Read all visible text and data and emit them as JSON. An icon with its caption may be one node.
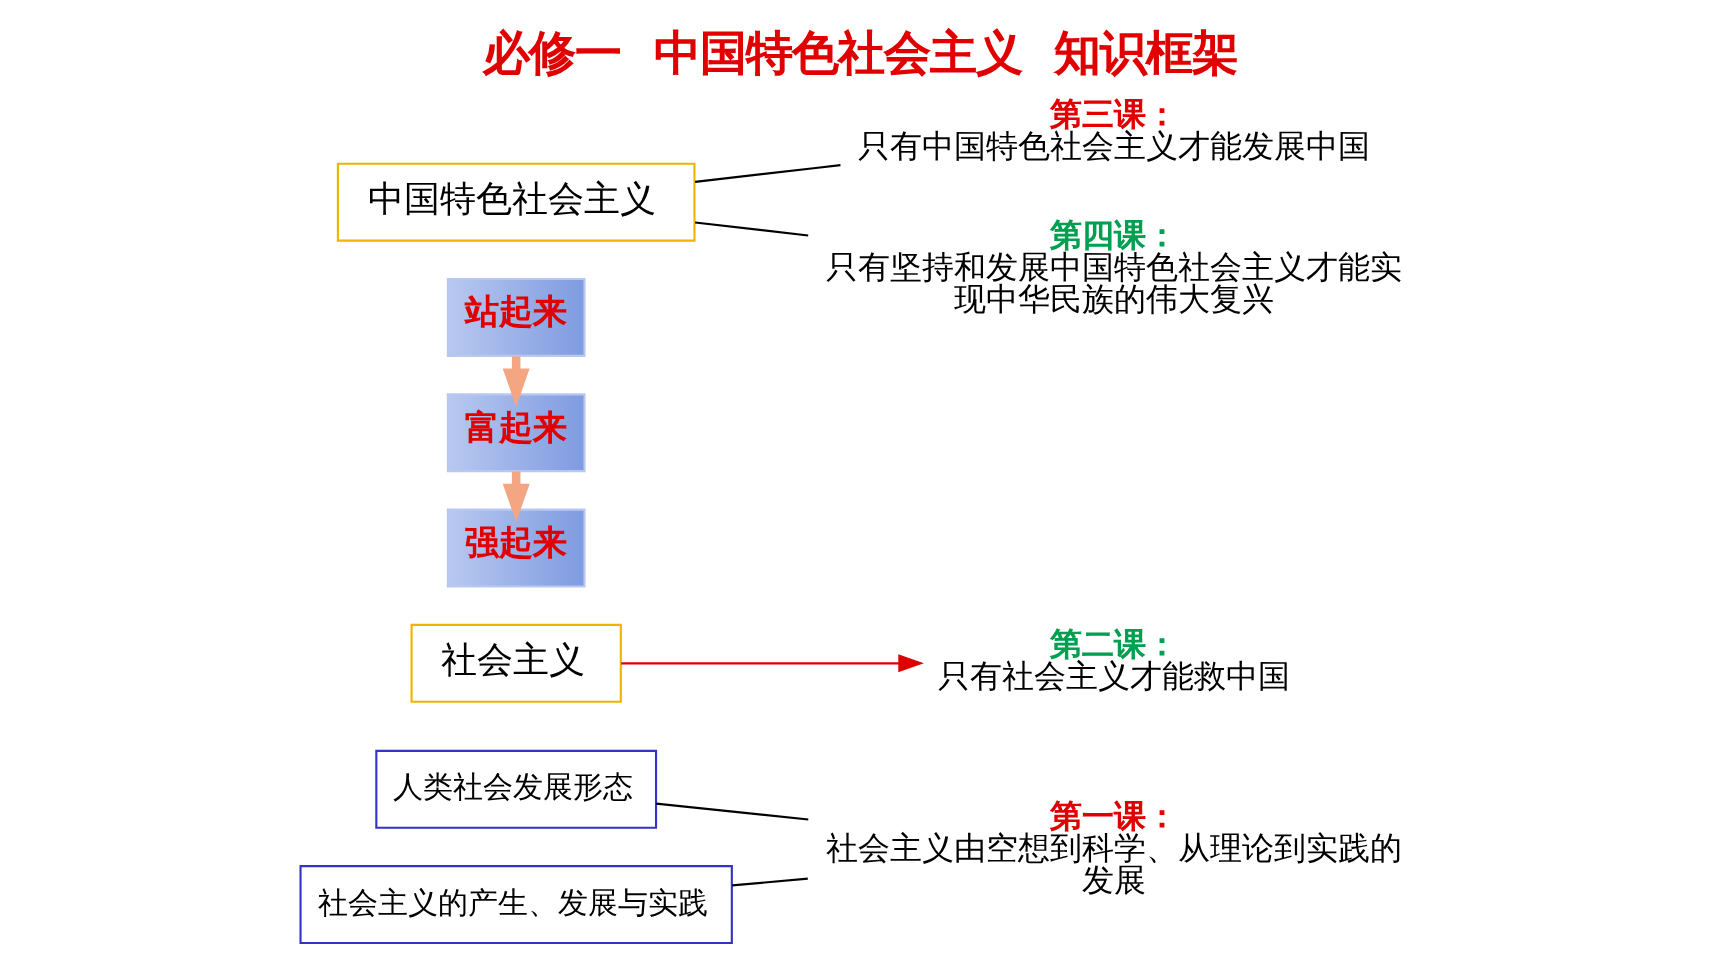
{
  "diagram": {
    "title": "必修一  中国特色社会主义  知识框架",
    "nodes": [
      {
        "text": [
          "人类社会发展形态"
        ]
      },
      {
        "text": [
          "社会主义的产生、发展与实践"
        ]
      },
      {
        "text": [
          "第一课：",
          "社会主义由空想到科学、从理论到实践的发展"
        ]
      },
      {
        "text": [
          "社会主义"
        ]
      },
      {
        "text": [
          "第二课：",
          "只有社会主义才能救中国"
        ]
      },
      {
        "text": [
          "站起来"
        ]
      },
      {
        "text": [
          "第三课：",
          "只有中国特色社会主义才能发展中国"
        ]
      },
      {
        "text": [
          "富起来"
        ]
      },
      {
        "text": [
          "中国特色社会主义"
        ]
      },
      {
        "text": [
          "第四课：",
          "只有坚持和发展中国特色社会主义才能实现中华民族的伟大复兴"
        ]
      },
      {
        "text": [
          "强起来"
        ]
      }
    ],
    "edges": [
      {
        "from": 0,
        "to": 2,
        "arrow": "none"
      },
      {
        "from": 1,
        "to": 2,
        "arrow": "none"
      },
      {
        "from": 3,
        "to": 4,
        "arrow": "to",
        "color": "#e00000"
      },
      {
        "from": 5,
        "to": 7,
        "arrow": "to",
        "style": "thick",
        "color": "#f4a582"
      },
      {
        "from": 7,
        "to": 10,
        "arrow": "to",
        "style": "thick",
        "color": "#f4a582"
      },
      {
        "from": 8,
        "to": 6,
        "arrow": "none"
      },
      {
        "from": 8,
        "to": 9,
        "arrow": "none"
      }
    ]
  }
}
